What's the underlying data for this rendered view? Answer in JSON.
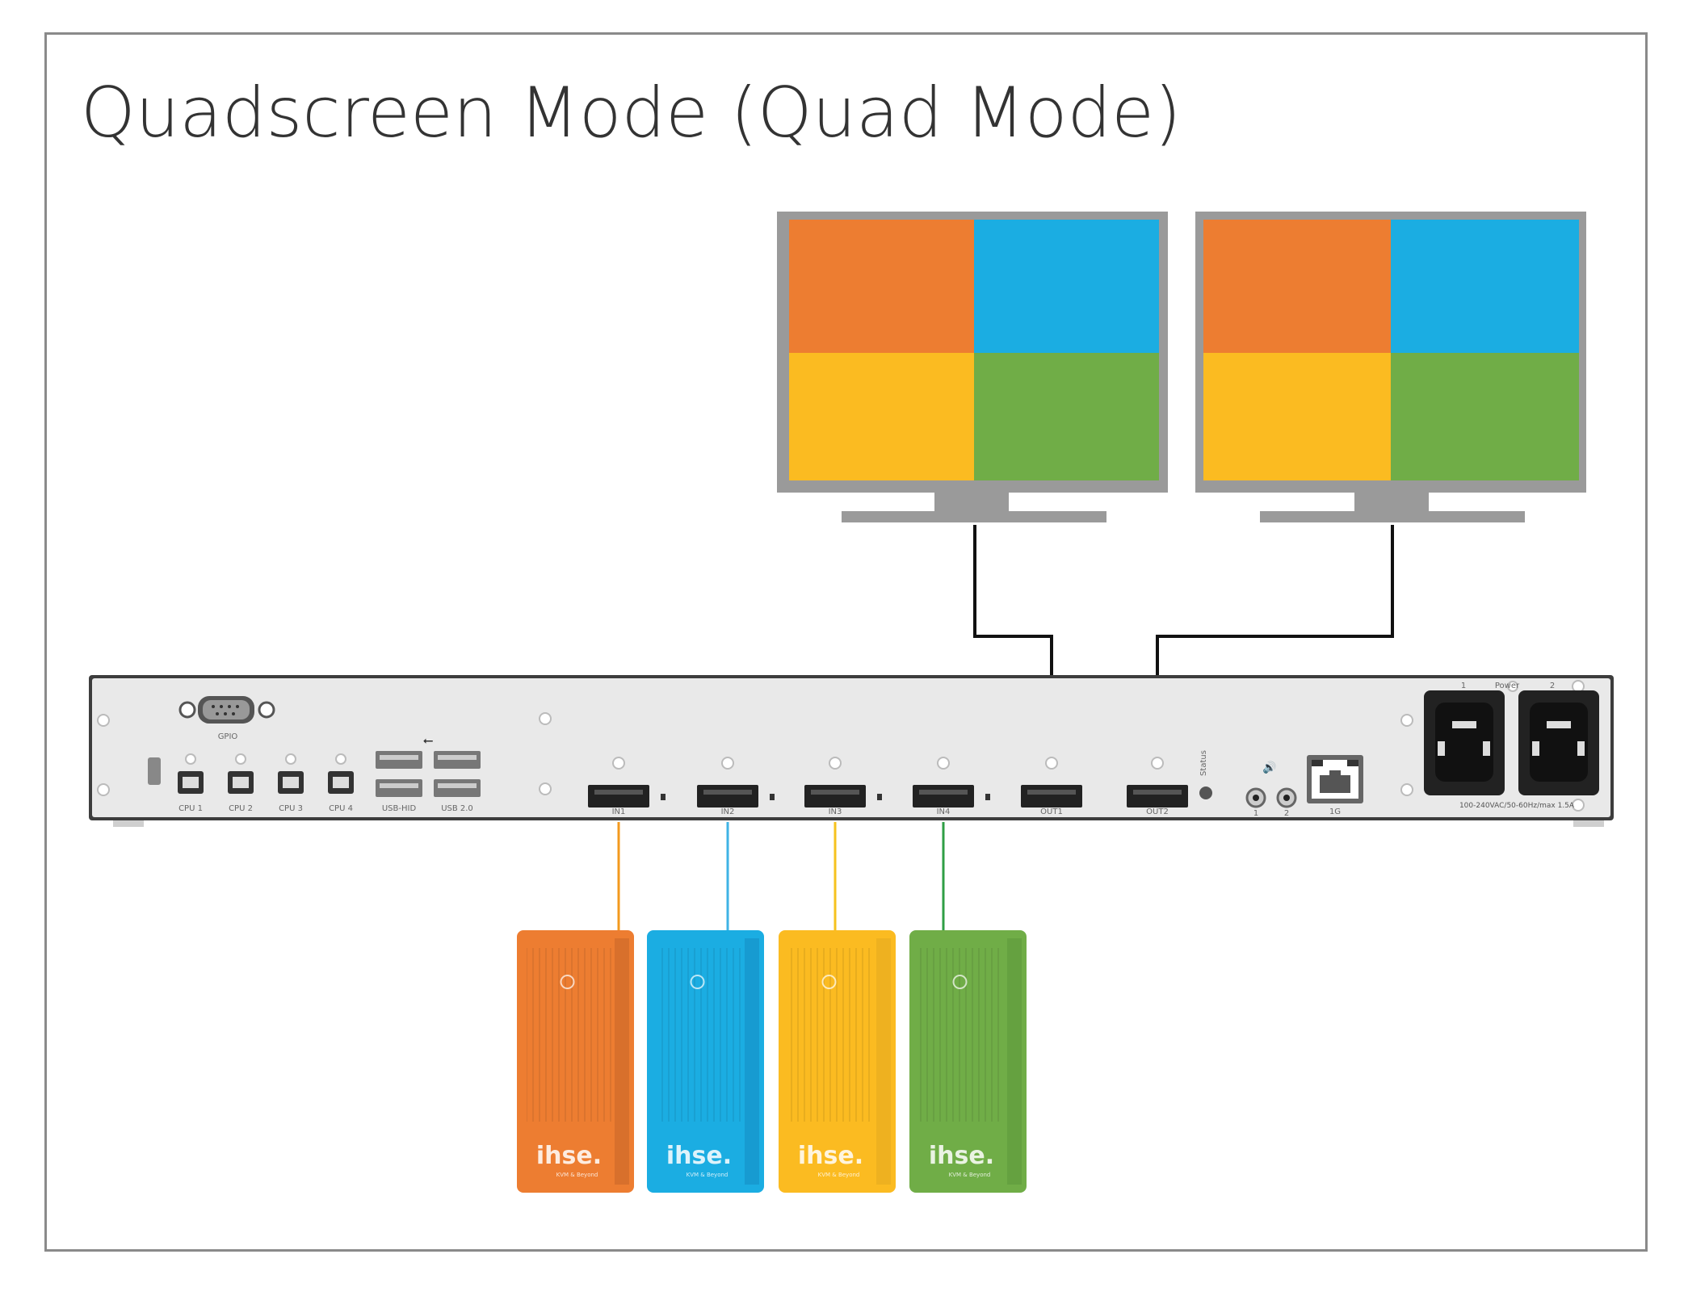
{
  "title": "Quadscreen Mode (Quad Mode)",
  "colors": {
    "orange": "#ED7D31",
    "blue": "#1BADE2",
    "yellow": "#FBBB21",
    "green": "#70AD47",
    "monitor_gray": "#9a9a9a",
    "device_panel": "#e9e9e9"
  },
  "monitors": [
    {
      "name": "monitor-1",
      "quadrants": [
        "orange",
        "blue",
        "yellow",
        "green"
      ]
    },
    {
      "name": "monitor-2",
      "quadrants": [
        "orange",
        "blue",
        "yellow",
        "green"
      ]
    }
  ],
  "device": {
    "top_ports": {
      "gpio": "GPIO",
      "usb_hid": "USB-HID",
      "usb_20": "USB 2.0",
      "status": "Status",
      "power": "Power",
      "power_1": "1",
      "power_2": "2",
      "rating": "100-240VAC/50-60Hz/max 1.5A"
    },
    "cpu_ports": [
      "CPU 1",
      "CPU 2",
      "CPU 3",
      "CPU 4"
    ],
    "video_ports": [
      "IN1",
      "IN2",
      "IN3",
      "IN4",
      "OUT1",
      "OUT2"
    ],
    "audio_ports": [
      "1",
      "2"
    ],
    "net_label": "1G"
  },
  "computers": [
    {
      "color": "orange",
      "brand": "ihse",
      "tagline": "KVM & Beyond"
    },
    {
      "color": "blue",
      "brand": "ihse",
      "tagline": "KVM & Beyond"
    },
    {
      "color": "yellow",
      "brand": "ihse",
      "tagline": "KVM & Beyond"
    },
    {
      "color": "green",
      "brand": "ihse",
      "tagline": "KVM & Beyond"
    }
  ]
}
